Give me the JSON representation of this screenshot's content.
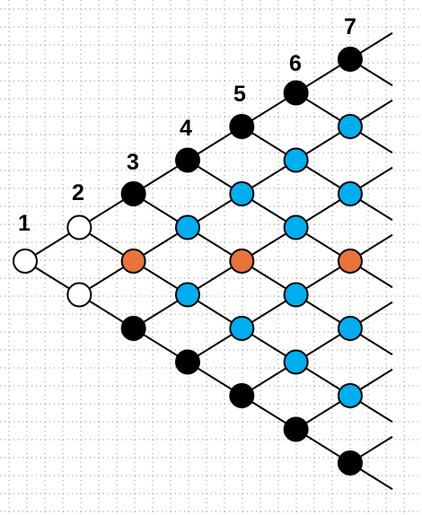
{
  "diagram": {
    "level_labels": [
      "1",
      "2",
      "3",
      "4",
      "5",
      "6",
      "7"
    ],
    "colors": {
      "white": "#ffffff",
      "black": "#000000",
      "blue": "#00aeef",
      "orange": "#e8743b",
      "line": "#000000",
      "grid_dot": "#8c8c8c"
    },
    "node_colors": [
      [
        "white"
      ],
      [
        "white",
        "white"
      ],
      [
        "black",
        "orange",
        "black"
      ],
      [
        "black",
        "blue",
        "blue",
        "black"
      ],
      [
        "black",
        "blue",
        "orange",
        "blue",
        "black"
      ],
      [
        "black",
        "blue",
        "blue",
        "blue",
        "blue",
        "black"
      ],
      [
        "black",
        "blue",
        "blue",
        "orange",
        "blue",
        "blue",
        "black"
      ]
    ]
  }
}
